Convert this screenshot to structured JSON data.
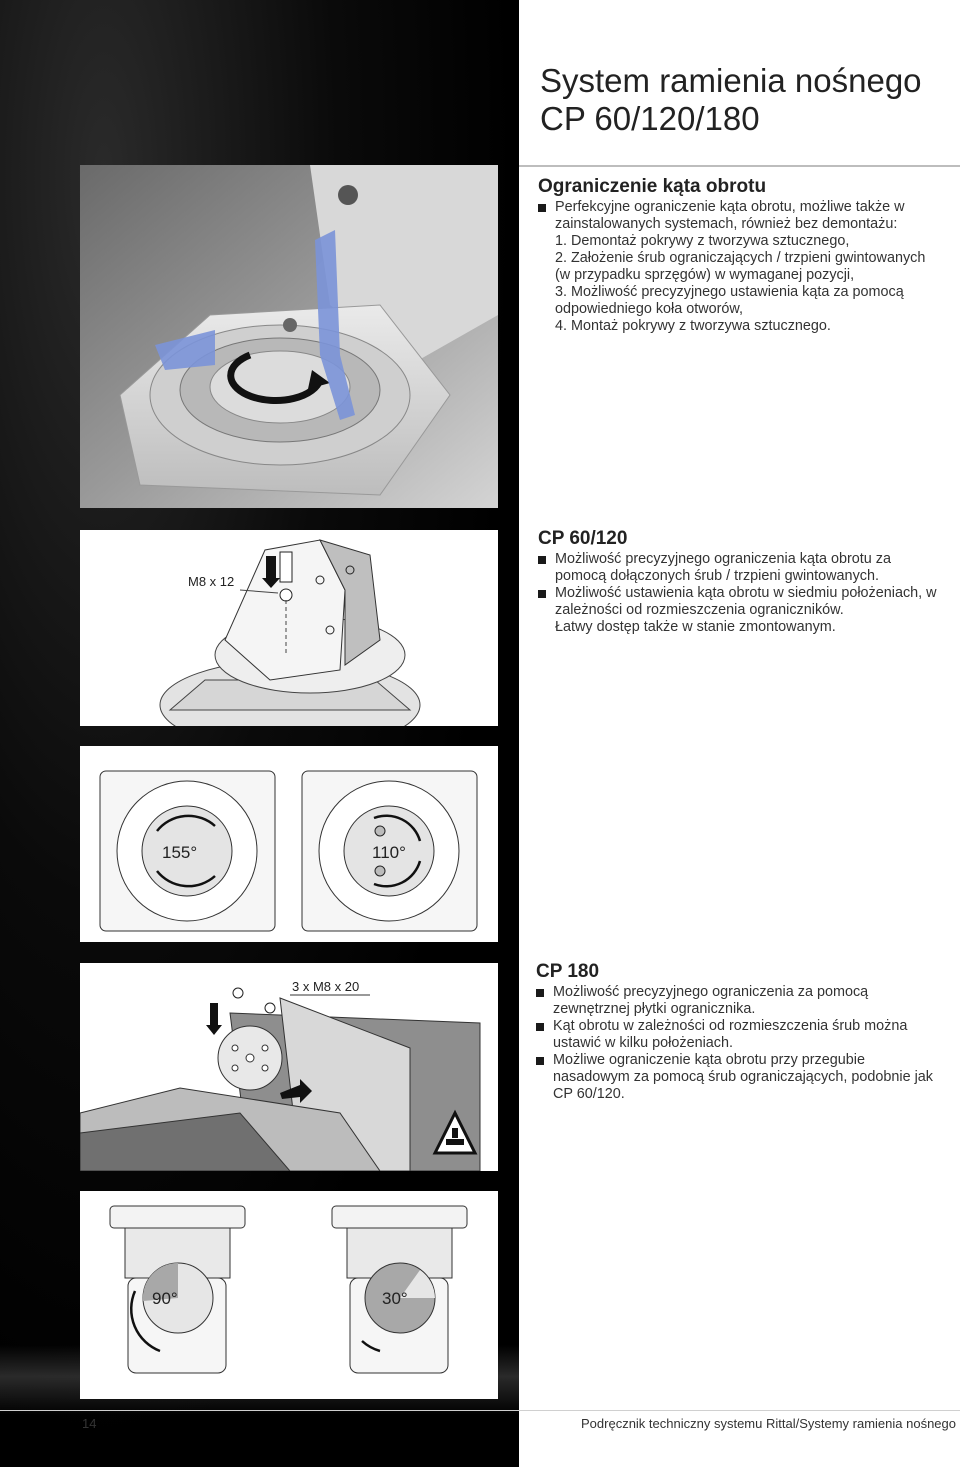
{
  "title": {
    "line1": "System ramienia nośnego",
    "line2": "CP 60/120/180"
  },
  "section1": {
    "heading": "Ograniczenie kąta obrotu",
    "bullet": "Perfekcyjne ograniczenie kąta obrotu, możliwe także w zainstalowanych systemach, również bez demontażu:",
    "steps": [
      "1. Demontaż pokrywy z tworzywa sztucznego,",
      "2. Założenie śrub ograniczających / trzpieni gwintowanych (w przypadku sprzęgów) w wymaganej pozycji,",
      "3. Możliwość precyzyjnego ustawienia kąta za pomocą odpowiedniego koła otworów,",
      "4. Montaż pokrywy z tworzywa sztucznego."
    ]
  },
  "section2": {
    "heading": "CP 60/120",
    "bullets": [
      "Możliwość precyzyjnego ograniczenia kąta obrotu za pomocą dołączonych śrub / trzpieni gwintowanych.",
      "Możliwość ustawienia kąta obrotu w siedmiu położeniach, w zależności od rozmieszczenia ograniczników."
    ],
    "extra": "Łatwy dostęp także w stanie zmontowanym."
  },
  "section3": {
    "heading": "CP 180",
    "bullets": [
      "Możliwość precyzyjnego ograniczenia za pomocą zewnętrznej płytki ogranicznika.",
      "Kąt obrotu w zależności od rozmieszczenia śrub można ustawić w kilku położeniach.",
      "Możliwe ograniczenie kąta obrotu przy przegubie nasadowym za pomocą śrub ograniczających, podobnie jak CP 60/120."
    ]
  },
  "figures": {
    "screw_label_cp60": "M8 x 12",
    "screw_label_cp180": "3 x M8 x 20",
    "angle_155": "155°",
    "angle_110": "110°",
    "angle_90": "90°",
    "angle_30": "30°"
  },
  "colors": {
    "accent_blue": "#7b93d8",
    "background_dark": "#000000"
  },
  "footer": {
    "page_number": "14",
    "text": "Podręcznik techniczny systemu Rittal/Systemy ramienia nośnego"
  }
}
